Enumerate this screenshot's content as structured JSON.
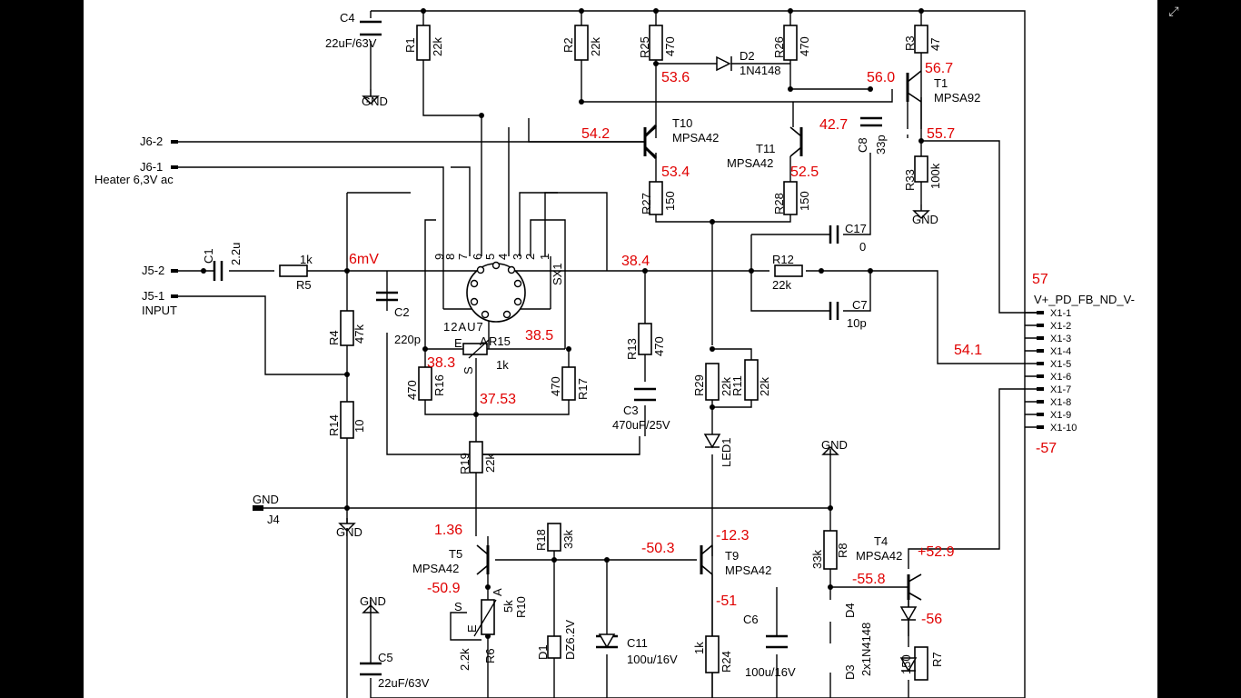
{
  "labels": {
    "C4": "C4",
    "C4v": "22uF/63V",
    "GND_top": "GND",
    "R1": "R1",
    "R1v": "22k",
    "R2": "R2",
    "R2v": "22k",
    "R25": "R25",
    "R25v": "470",
    "D2": "D2",
    "D2v": "1N4148",
    "R26": "R26",
    "R26v": "470",
    "R3": "R3",
    "R3v": "47",
    "T1": "T1",
    "T1v": "MPSA92",
    "T10": "T10",
    "T10v": "MPSA42",
    "T11": "T11",
    "T11v": "MPSA42",
    "C8": "C8",
    "C8v": "33p",
    "R33": "R33",
    "R33v": "100k",
    "GND_r33": "GND",
    "J62": "J6-2",
    "J61": "J6-1",
    "heater": "Heater 6,3V ac",
    "R27": "R27",
    "R27v": "150",
    "R28": "R28",
    "R28v": "150",
    "C17": "C17",
    "C17v": "0",
    "p9": "9",
    "p8": "8",
    "p7": "7",
    "p6": "6",
    "p5": "5",
    "p4": "4",
    "p3": "3",
    "p2": "2",
    "p1": "1",
    "SX1": "SX1",
    "tube": "12AU7",
    "J52": "J5-2",
    "C1": "C1",
    "C1v": "2.2u",
    "R5": "R5",
    "R5v": "1k",
    "J51": "J5-1",
    "input": "INPUT",
    "R12": "R12",
    "R12v": "22k",
    "C7": "C7",
    "C7v": "10p",
    "R4": "R4",
    "R4v": "47k",
    "C2": "C2",
    "C2v": "220p",
    "R15": "R15",
    "R15v": "1k",
    "pE": "E",
    "pA": "A",
    "pS": "S",
    "R16": "R16",
    "R16v": "470",
    "R17": "R17",
    "R17v": "470",
    "R13": "R13",
    "R13v": "470",
    "C3": "C3",
    "C3v": "470uF/25V",
    "R29": "R29",
    "R29v": "22k",
    "R11": "R11",
    "R11v": "22k",
    "LED1": "LED1",
    "R14": "R14",
    "R14v": "10",
    "R19": "R19",
    "R19v": "22k",
    "GND_r": "GND",
    "GND_j4": "GND",
    "J4": "J4",
    "GND_r14": "GND",
    "T5": "T5",
    "T5v": "MPSA42",
    "R18": "R18",
    "R18v": "33k",
    "T9": "T9",
    "T9v": "MPSA42",
    "R8": "R8",
    "R8v": "33k",
    "T4": "T4",
    "T4v": "MPSA42",
    "GND_l": "GND",
    "R10": "R10",
    "R10v": "5k",
    "pS2": "S",
    "pA2": "A",
    "pE2": "E",
    "C5": "C5",
    "C5v": "22uF/63V",
    "R6": "R6",
    "R6v": "2.2k",
    "D1": "D1",
    "D1v": "DZ6.2V",
    "C11": "C11",
    "C11v": "100u/16V",
    "R24": "R24",
    "R24v": "1k",
    "C6": "C6",
    "C6v": "100u/16V",
    "D4": "D4",
    "D3": "D3",
    "D3v": "2x1N4148",
    "R7": "R7",
    "R7v": "150",
    "conn": "V+_PD_FB_ND_V-",
    "X1": "X1-1",
    "X2": "X1-2",
    "X3": "X1-3",
    "X4": "X1-4",
    "X5": "X1-5",
    "X6": "X1-6",
    "X7": "X1-7",
    "X8": "X1-8",
    "X9": "X1-9",
    "X10": "X1-10"
  },
  "values": {
    "v536": "53.6",
    "v560": "56.0",
    "v567": "56.7",
    "v542": "54.2",
    "v427": "42.7",
    "v534": "53.4",
    "v525": "52.5",
    "v557": "55.7",
    "v6mv": "6mV",
    "v384": "38.4",
    "v57": "57",
    "v385": "38.5",
    "v383": "38.3",
    "v3753": "37.53",
    "v541": "54.1",
    "vm57": "-57",
    "v136": "1.36",
    "vm503": "-50.3",
    "vm123": "-12.3",
    "vp529": "+52.9",
    "vm509": "-50.9",
    "vm558": "-55.8",
    "vm51": "-51",
    "vm56": "-56"
  }
}
